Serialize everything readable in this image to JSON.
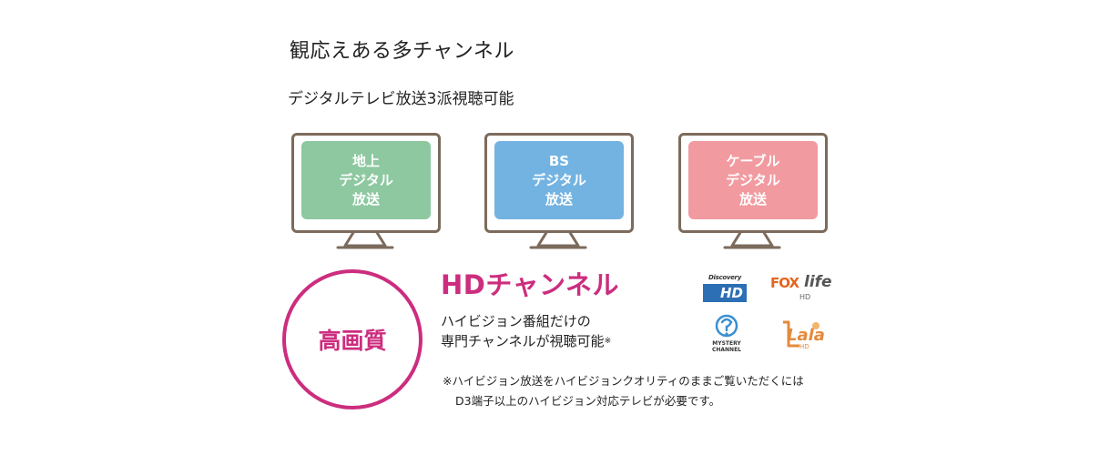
{
  "header": {
    "title": "観応えある多チャンネル",
    "subtitle": "デジタルテレビ放送3派視聴可能"
  },
  "monitors": [
    {
      "lines": [
        "地上",
        "デジタル",
        "放送"
      ],
      "color": "#8dc8a0"
    },
    {
      "lines": [
        "BS",
        "デジタル",
        "放送"
      ],
      "color": "#73b3e2"
    },
    {
      "lines": [
        "ケーブル",
        "デジタル",
        "放送"
      ],
      "color": "#f19aa0"
    }
  ],
  "quality": {
    "circle_label": "高画質",
    "hd_title": "HDチャンネル",
    "desc_line1": "ハイビジョン番組だけの",
    "desc_line2": "専門チャンネルが視聴可能",
    "desc_mark": "※",
    "note_line1": "※ハイビジョン放送をハイビジョンクオリティのままご覧いただくには",
    "note_line2": "D3端子以上のハイビジョン対応テレビが必要です。",
    "accent_color": "#cc2d7e"
  },
  "logos": {
    "discovery_top": "Discovery",
    "discovery_hd": "HD",
    "fox_a": "FOX",
    "fox_b": "life",
    "fox_hd": "HD",
    "mystery_text": "MYSTERY CHANNEL",
    "lala_text": "Lala",
    "lala_sub": "HD"
  },
  "colors": {
    "frame": "#7c6b5c"
  }
}
